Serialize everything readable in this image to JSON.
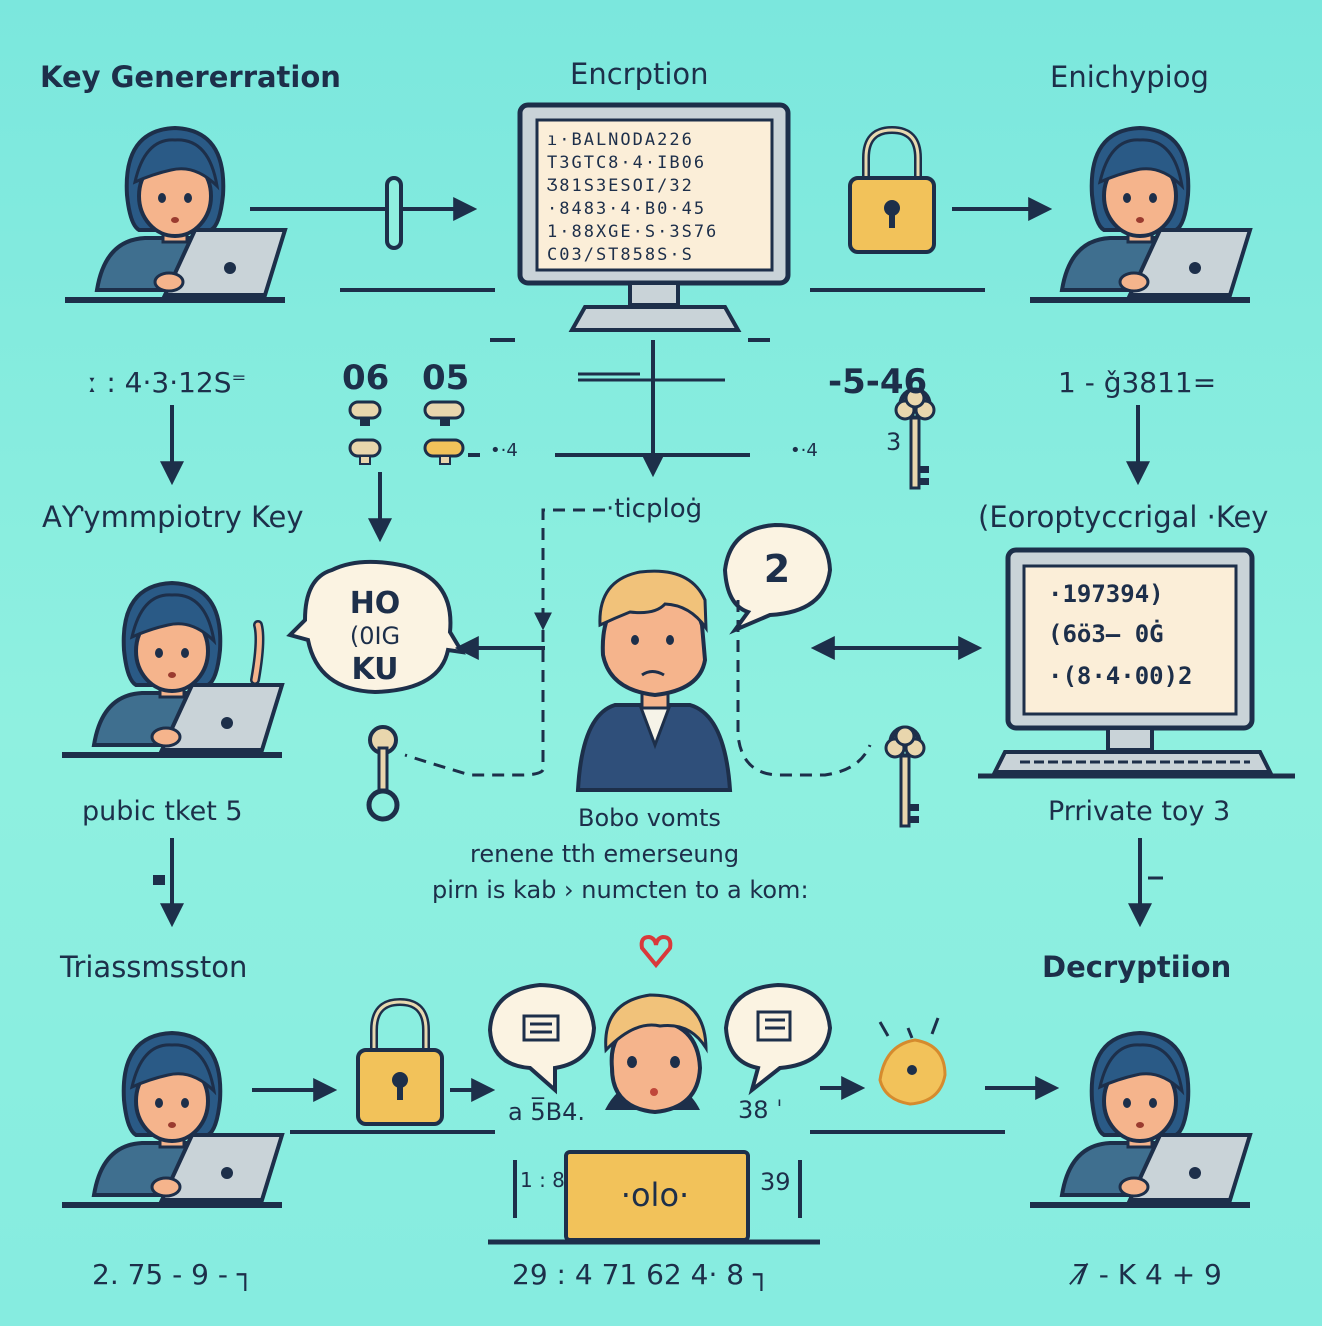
{
  "labels": {
    "key_generation": "Key Genererration",
    "encryption": "Encrption",
    "enchyping": "Enichypiog",
    "asymmetry_key": "AƳymmpiotry Key",
    "crypto_key": "(Eoroptyccrigal ·Key",
    "public_key": "pubic tket 5",
    "private_key": "Prrivate toy 3",
    "transmission": "Triassmsston",
    "decryption": "Decryptiion",
    "center_line1": "Bobo vomts",
    "center_line2": "renene tth emerseung",
    "center_line3": "pirn is kab › numcten to a kom:",
    "dashed_label": "·ticploġ"
  },
  "numbers": {
    "n_top_left": "ː : 4·3·12S⁼",
    "n_06": "06",
    "n_05": "05",
    "n_minus546": "-5-46",
    "n_top_right": "1 - ǧ3811=",
    "n_mid_left_small": "•·4",
    "n_mid_right_small": "•·4",
    "n_bottom_left": "2. 75 - 9 - ┐",
    "n_bottom_center": "29 : 4 71 62 4· 8 ┐",
    "n_bottom_right": "7̸ - K 4 + 9",
    "n_a584": "a 5̅B4.",
    "n_38": "38 ˈ",
    "n_39": "39",
    "n_side_left": "1 : 8",
    "n_key3": "3"
  },
  "screen_top": [
    "ı·BALNODA226",
    "T3GTC8·4·IB06",
    "Ʒ81S3ESOI/32",
    "·8483·4·B0·45",
    "1·88XGE·S·3S76",
    "C03/ST858S·S"
  ],
  "screen_right": [
    "·197394)",
    "(6ö3– 0Ġ",
    "·(8·4·00)2"
  ],
  "bubble_left": [
    "HO",
    "(0IG",
    "KU"
  ],
  "bubble_two": "2",
  "orange_box": "·olo·",
  "colors": {
    "background": "#86ece0",
    "ink": "#1d2f4a",
    "skin": "#f5b48c",
    "hair_dark": "#2a5a86",
    "hair_blond": "#f1c27a",
    "shirt": "#3f6f8f",
    "lock_body": "#f2c25a",
    "laptop": "#c9d3d8",
    "screen_bg": "#fbeed8"
  }
}
